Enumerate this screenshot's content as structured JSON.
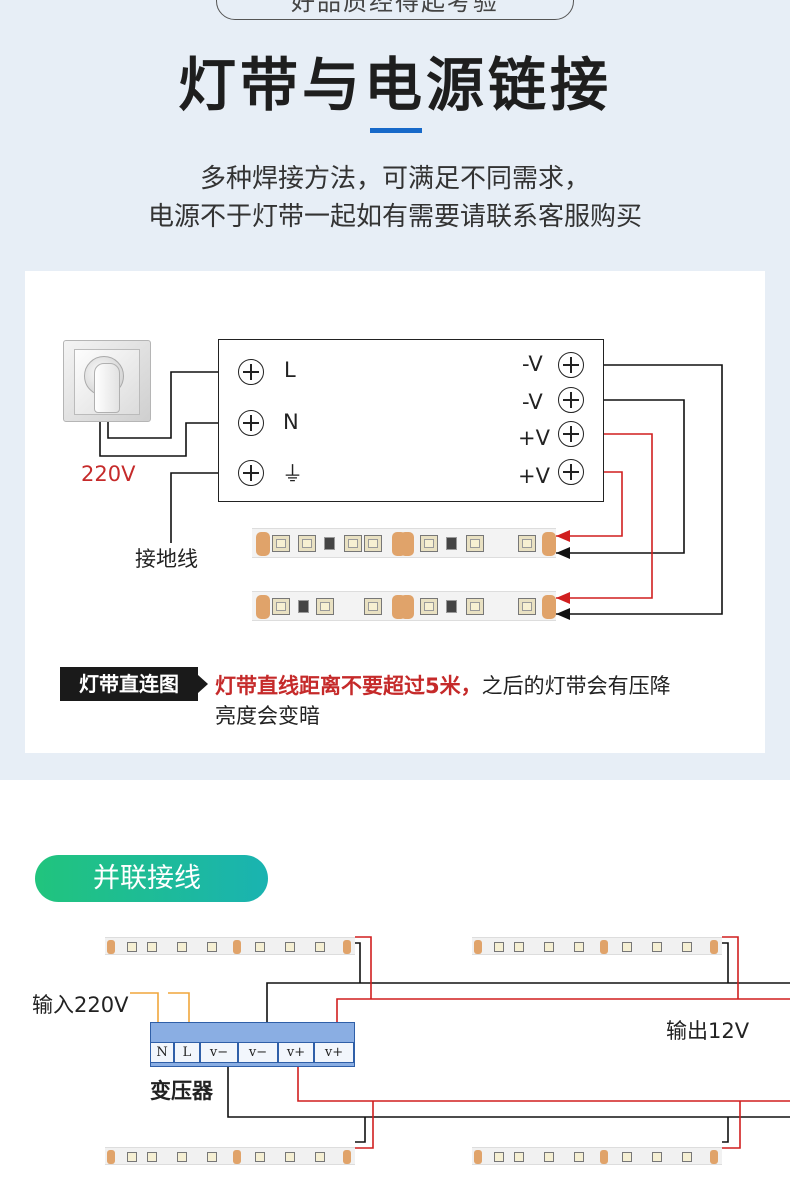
{
  "header": {
    "slogan": "好品质经得起考验",
    "title": "灯带与电源链接",
    "subtitle_line1": "多种焊接方法，可满足不同需求，",
    "subtitle_line2": "电源不于灯带一起如有需要请联系客服购买"
  },
  "diagram1": {
    "voltage_label": "220V",
    "ground_label": "接地线",
    "psu_left_terminals": [
      "L",
      "N",
      "⏚"
    ],
    "psu_right_terminals": [
      "-V",
      "-V",
      "+V",
      "+V"
    ],
    "note_tag": "灯带直连图",
    "note_red": "灯带直线距离不要超过5米，",
    "note_black": "之后的灯带会有压降",
    "note_line2": "亮度会变暗",
    "colors": {
      "positive_wire": "#d11f1f",
      "negative_wire": "#111111",
      "arrow_red": "#d11f1f"
    }
  },
  "diagram2": {
    "badge": "并联接线",
    "input_label": "输入220V",
    "output_label": "输出12V",
    "transformer_label": "变压器",
    "transformer_terminals": [
      "N",
      "L",
      "v−",
      "v−",
      "v+",
      "v+"
    ],
    "colors": {
      "input_wire": "#f0a63c",
      "positive_wire": "#d11f1f",
      "negative_wire": "#111111",
      "transformer": "#8aaee3",
      "badge_start": "#21c47d",
      "badge_end": "#1ab3b1"
    }
  }
}
